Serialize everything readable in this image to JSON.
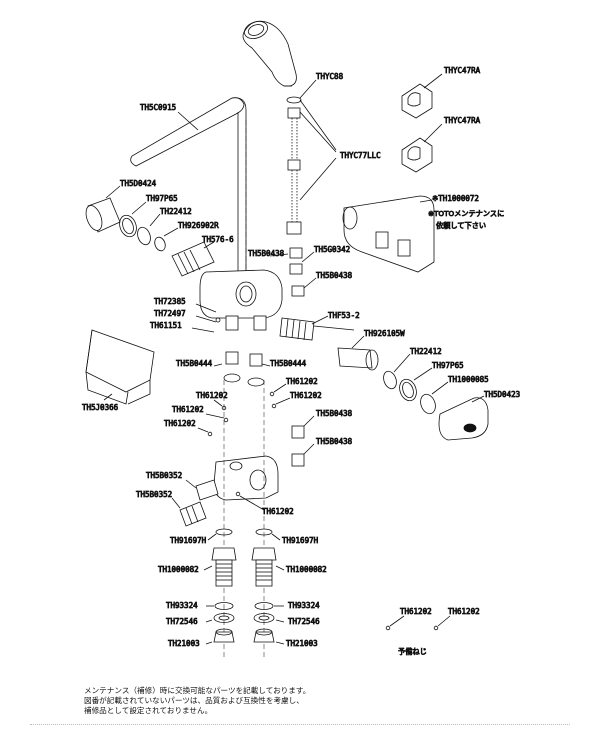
{
  "labels": {
    "thyc88": "THYC88",
    "thyc47ra_1": "THYC47RA",
    "thyc47ra_2": "THYC47RA",
    "th5c0915": "TH5C0915",
    "thyc77llc": "THYC77LLC",
    "th5d0424": "TH5D0424",
    "th97p65_l": "TH97P65",
    "th22412_l": "TH22412",
    "th926902r": "TH926902R",
    "th576_6": "TH576-6",
    "th5b0438_a": "TH5B0438",
    "th5g0342": "TH5G0342",
    "th5b0438_b": "TH5B0438",
    "th1000072": "※TH1000072",
    "toto_note_1": "※TOTOメンテナンスに",
    "toto_note_2": "依頼して下さい",
    "th72385": "TH72385",
    "th72497": "TH72497",
    "th61151": "TH61151",
    "thf53_2": "THF53-2",
    "th926105w": "TH926105W",
    "th5b0444_l": "TH5B0444",
    "th5b0444_r": "TH5B0444",
    "th22412_r": "TH22412",
    "th97p65_r": "TH97P65",
    "th1000085": "TH1000085",
    "th5j0366": "TH5J0366",
    "th61202_a": "TH61202",
    "th61202_b": "TH61202",
    "th5d0423": "TH5D0423",
    "th61202_c": "TH61202",
    "th61202_d": "TH61202",
    "th5b0438_c": "TH5B0438",
    "th61202_e": "TH61202",
    "th5b0438_d": "TH5B0438",
    "th5b0352_a": "TH5B0352",
    "th5b0352_b": "TH5B0352",
    "th61202_f": "TH61202",
    "th91697h_l": "TH91697H",
    "th91697h_r": "TH91697H",
    "th1000082_l": "TH1000082",
    "th1000082_r": "TH1000082",
    "th93324_l": "TH93324",
    "th93324_r": "TH93324",
    "th72546_l": "TH72546",
    "th72546_r": "TH72546",
    "th21003_l": "TH21003",
    "th21003_r": "TH21003",
    "th61202_g": "TH61202",
    "th61202_h": "TH61202",
    "spare_screw": "予備ねじ"
  },
  "footnote": {
    "line1": "メンテナンス（補修）時に交換可能なパーツを記載しております。",
    "line2": "図番が記載されていないパーツは、品質および互換性を考慮し、",
    "line3": "補修品として設定されておりません。"
  }
}
